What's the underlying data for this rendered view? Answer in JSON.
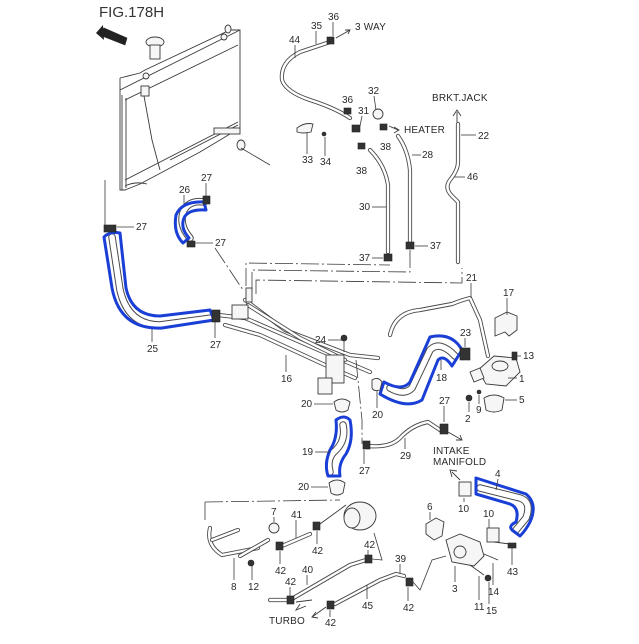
{
  "figure": {
    "title": "FIG.178H",
    "fwd_badge": "FWD",
    "highlight_color": "#1a3fd6",
    "line_color": "#3a3a3a"
  },
  "callouts": {
    "c36a": "36",
    "c35": "35",
    "c44": "44",
    "c3way": "3 WAY",
    "c36b": "36",
    "c31": "31",
    "c32": "32",
    "cheater": "HEATER",
    "c33": "33",
    "c34": "34",
    "c38a": "38",
    "c38b": "38",
    "c28": "28",
    "cbrkt": "BRKT.JACK",
    "c22": "22",
    "c46": "46",
    "c30": "30",
    "c37a": "37",
    "c37b": "37",
    "c27a": "27",
    "c26": "26",
    "c27b": "27",
    "c27c": "27",
    "c27d": "27",
    "c25": "25",
    "c16": "16",
    "c24": "24",
    "c21": "21",
    "c17": "17",
    "c23": "23",
    "c13": "13",
    "c18": "18",
    "c1": "1",
    "c2": "2",
    "c9": "9",
    "c5": "5",
    "c27e": "27",
    "c20a": "20",
    "c20b": "20",
    "c19": "19",
    "c27f": "27",
    "c29": "29",
    "cintake1": "INTAKE",
    "cintake2": "MANIFOLD",
    "c20c": "20",
    "c7": "7",
    "c41": "41",
    "c42a": "42",
    "c42b": "42",
    "c8": "8",
    "c12": "12",
    "c40": "40",
    "c42c": "42",
    "c42d": "42",
    "cturbo": "TURBO",
    "c42e": "42",
    "c39": "39",
    "c45": "45",
    "c42f": "42",
    "c6": "6",
    "c4": "4",
    "c10a": "10",
    "c10b": "10",
    "c43": "43",
    "c3": "3",
    "c11": "11",
    "c14": "14",
    "c15": "15"
  },
  "highlighted_parts": [
    "25",
    "26",
    "18",
    "19",
    "4"
  ]
}
